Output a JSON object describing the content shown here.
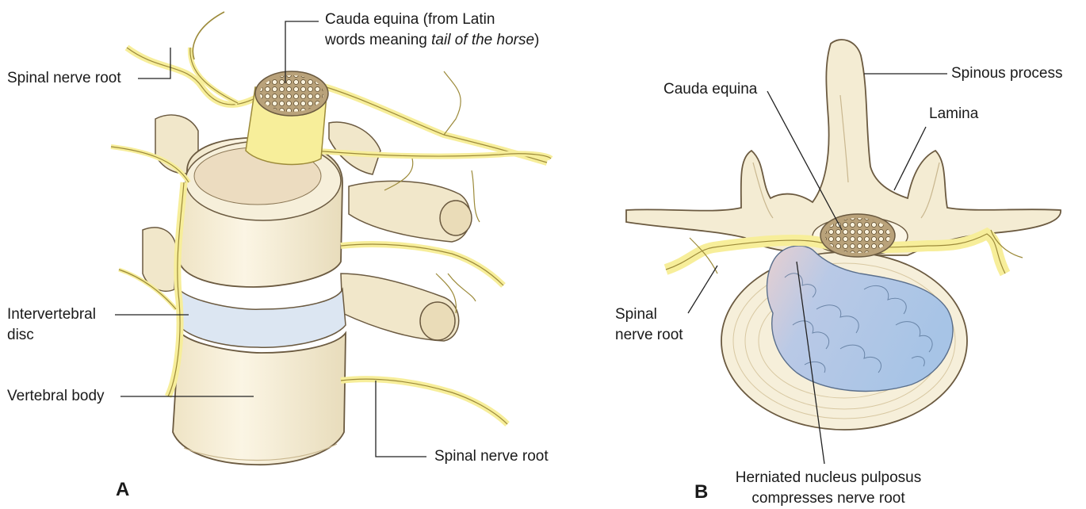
{
  "figure": {
    "colors": {
      "bone": "#f4ecd3",
      "bone_shadow": "#e2d3aa",
      "outline": "#6b5a40",
      "nerve": "#f7ee9a",
      "nerve_outline": "#9c8a3a",
      "disc": "#dce6f2",
      "nucleus": "#a9c6e6",
      "cauda_section": "#b9a27a",
      "leader_line": "#222222"
    },
    "panel_a": {
      "letter": "A",
      "labels": {
        "spinal_nerve_root_top": "Spinal nerve root",
        "cauda_equina_line1": "Cauda equina (from Latin",
        "cauda_equina_line2_prefix": "words meaning ",
        "cauda_equina_line2_italic": "tail of the horse",
        "cauda_equina_line2_suffix": ")",
        "intervertebral_disc_line1": "Intervertebral",
        "intervertebral_disc_line2": "disc",
        "vertebral_body": "Vertebral body",
        "spinal_nerve_root_bottom": "Spinal nerve root"
      }
    },
    "panel_b": {
      "letter": "B",
      "labels": {
        "spinous_process": "Spinous process",
        "cauda_equina": "Cauda equina",
        "lamina": "Lamina",
        "spinal_nerve_root_line1": "Spinal",
        "spinal_nerve_root_line2": "nerve root",
        "herniated_line1": "Herniated nucleus pulposus",
        "herniated_line2": "compresses nerve root"
      }
    }
  }
}
